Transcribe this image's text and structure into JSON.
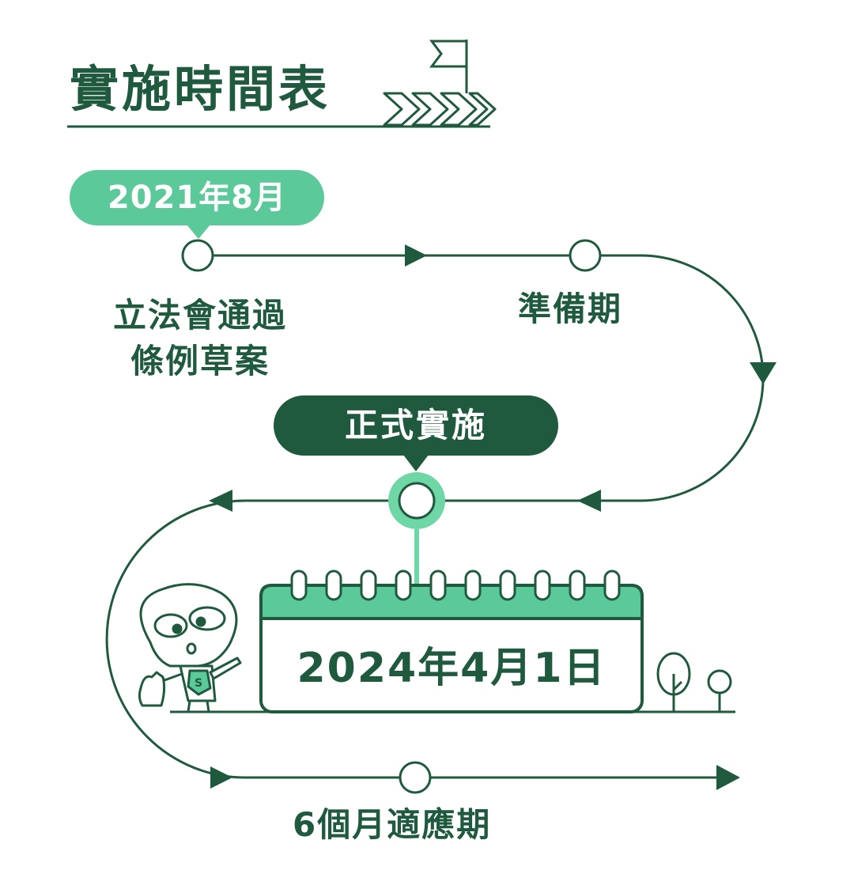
{
  "title": "實施時間表",
  "milestones": {
    "passed": {
      "date": "2021年8月",
      "label_line1": "立法會通過",
      "label_line2": "條例草案"
    },
    "preparation": {
      "label": "準備期"
    },
    "implementation": {
      "badge": "正式實施",
      "date": "2024年4月1日"
    },
    "adaptation": {
      "label": "6個月適應期"
    }
  },
  "mascot": {
    "symbol": "S"
  },
  "colors": {
    "dark_green": "#1f5a3f",
    "light_green": "#5cc99a",
    "ring_green": "#6fd6a6",
    "white": "#ffffff"
  }
}
